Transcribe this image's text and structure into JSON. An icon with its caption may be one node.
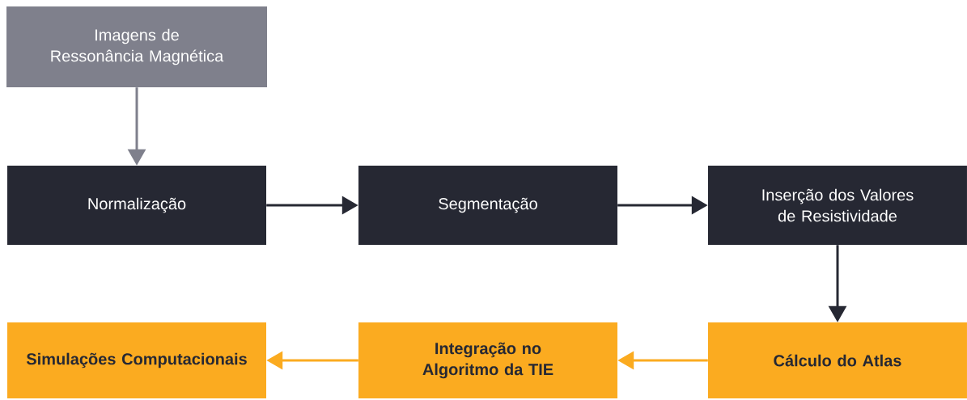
{
  "diagram": {
    "nodes": [
      {
        "text": [
          "Imagens de Ressonância Magnética"
        ]
      },
      {
        "text": [
          "Normalização"
        ]
      },
      {
        "text": [
          "Segmentação"
        ]
      },
      {
        "text": [
          "Inserção dos Valores de Resistividade"
        ]
      },
      {
        "text": [
          "Cálculo do Atlas"
        ]
      },
      {
        "text": [
          "Integração no Algoritmo da TIE"
        ]
      },
      {
        "text": [
          "Simulações Computacionais"
        ]
      }
    ],
    "edges": [
      {
        "from": 0,
        "to": 1,
        "arrow": "to",
        "color": "#7f808c"
      },
      {
        "from": 1,
        "to": 2,
        "arrow": "to"
      },
      {
        "from": 2,
        "to": 3,
        "arrow": "to"
      },
      {
        "from": 3,
        "to": 4,
        "arrow": "to"
      },
      {
        "from": 4,
        "to": 5,
        "arrow": "to",
        "color": "#fbab20"
      },
      {
        "from": 5,
        "to": 6,
        "arrow": "to",
        "color": "#fbab20"
      }
    ]
  }
}
